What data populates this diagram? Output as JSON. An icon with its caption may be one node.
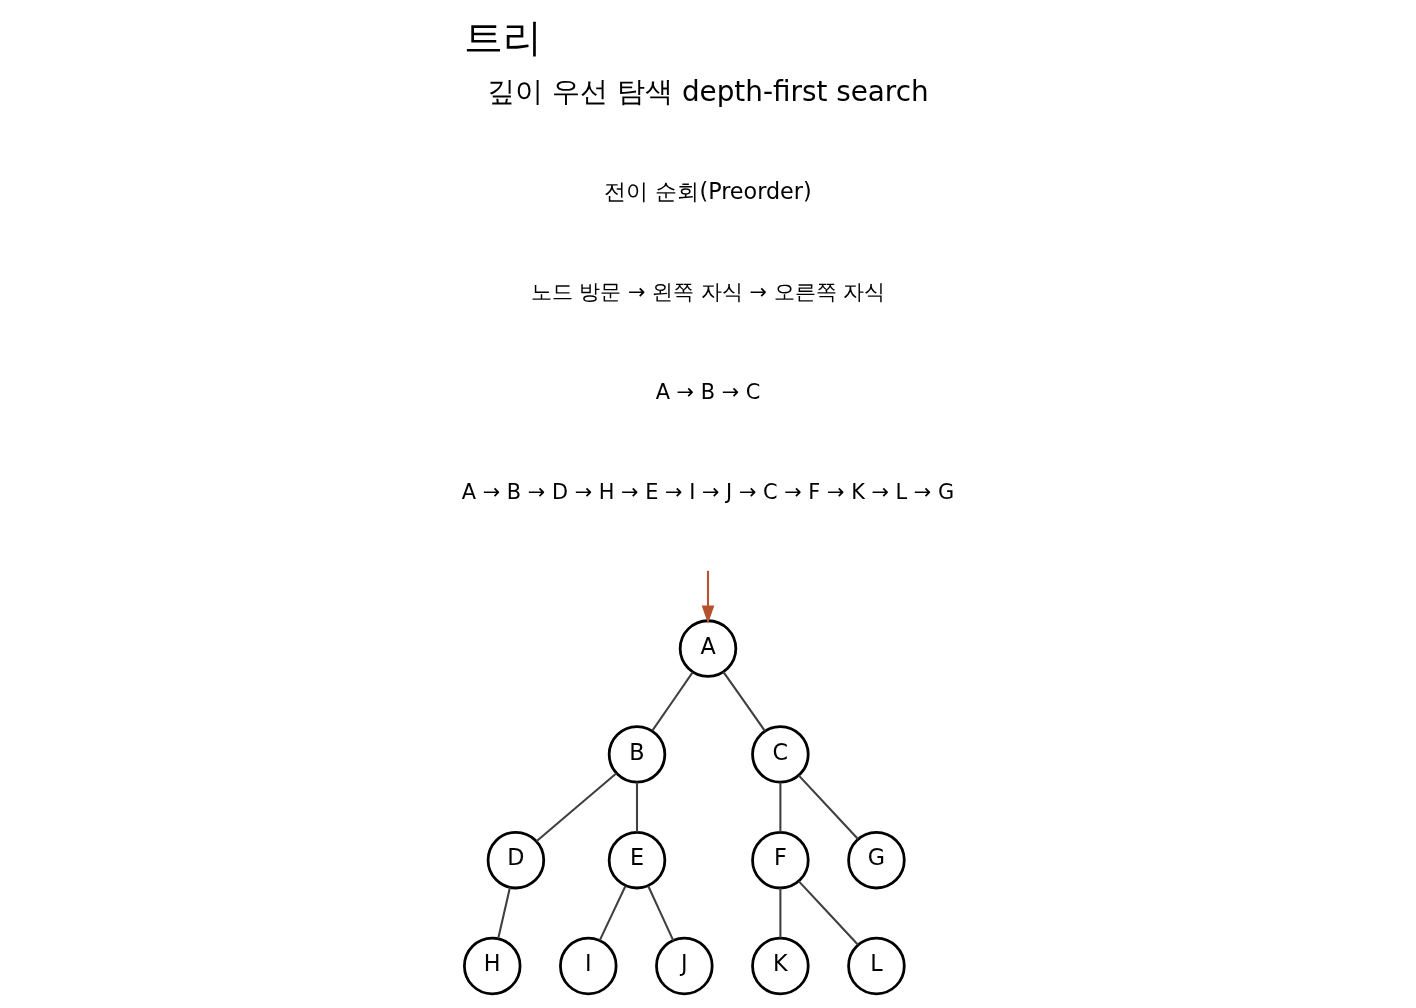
{
  "diagram": {
    "title": "트리",
    "nodes": [
      {
        "text": [
          "A"
        ]
      },
      {
        "text": [
          "B"
        ]
      },
      {
        "text": [
          "C"
        ]
      },
      {
        "text": [
          "D"
        ]
      },
      {
        "text": [
          "E"
        ]
      },
      {
        "text": [
          "F"
        ]
      },
      {
        "text": [
          "G"
        ]
      },
      {
        "text": [
          "H"
        ]
      },
      {
        "text": [
          "I"
        ]
      },
      {
        "text": [
          "J"
        ]
      },
      {
        "text": [
          "K"
        ]
      },
      {
        "text": [
          "L"
        ]
      }
    ],
    "edges": [
      {
        "from": 0,
        "to": 1,
        "arrow": "none"
      },
      {
        "from": 0,
        "to": 2,
        "arrow": "none"
      },
      {
        "from": 1,
        "to": 3,
        "arrow": "none"
      },
      {
        "from": 1,
        "to": 4,
        "arrow": "none"
      },
      {
        "from": 2,
        "to": 5,
        "arrow": "none"
      },
      {
        "from": 2,
        "to": 6,
        "arrow": "none"
      },
      {
        "from": 3,
        "to": 7,
        "arrow": "none"
      },
      {
        "from": 4,
        "to": 8,
        "arrow": "none"
      },
      {
        "from": 4,
        "to": 9,
        "arrow": "none"
      },
      {
        "from": 5,
        "to": 10,
        "arrow": "none"
      },
      {
        "from": 5,
        "to": 11,
        "arrow": "none"
      },
      {
        "from": null,
        "to": 0,
        "arrow": "to",
        "color": "#b5532e"
      }
    ],
    "labels": [
      "깊이 우선 탐색 depth-first search",
      "전이 순회(Preorder)",
      "노드 방문 → 왼쪽 자식 → 오른쪽 자식",
      "A → B → C",
      "A → B → D → H → E → I → J → C → F → K → L → G"
    ]
  }
}
